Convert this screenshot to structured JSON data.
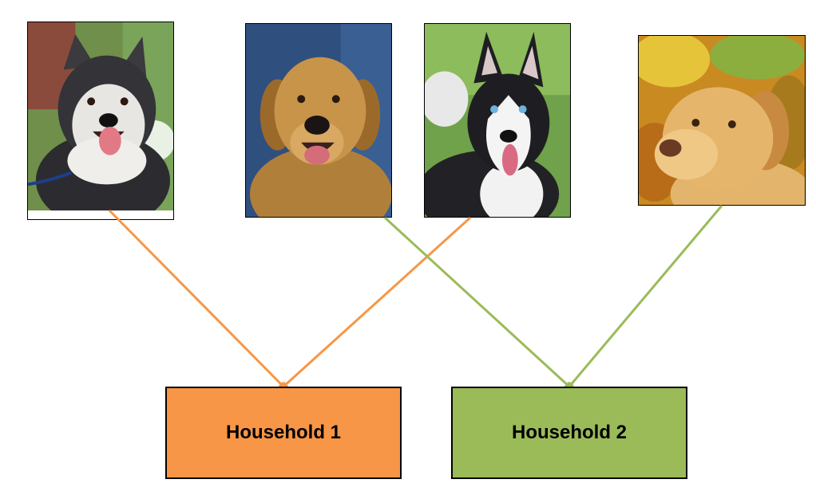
{
  "photos": [
    {
      "name": "malamute-photo",
      "household": 1
    },
    {
      "name": "golden-retriever-photo",
      "household": 2
    },
    {
      "name": "husky-photo",
      "household": 1
    },
    {
      "name": "labrador-photo",
      "household": 2
    }
  ],
  "households": [
    {
      "label": "Household 1",
      "color": "#F79646"
    },
    {
      "label": "Household 2",
      "color": "#9BBB59"
    }
  ]
}
